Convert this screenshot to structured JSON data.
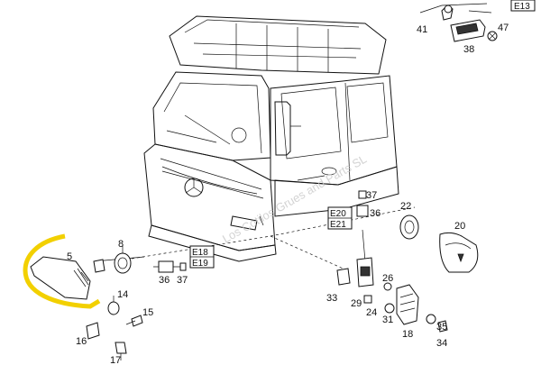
{
  "labels": {
    "p5": "5",
    "p8": "8",
    "p14": "14",
    "p15": "15",
    "p16": "16",
    "p17": "17",
    "p36a": "36",
    "p37a": "37",
    "p33": "33",
    "p29": "29",
    "p24": "24",
    "p26": "26",
    "p31": "31",
    "p37b": "37",
    "p36b": "36",
    "p22": "22",
    "p20": "20",
    "p18": "18",
    "p35": "35",
    "p34": "34",
    "p41": "41",
    "p38": "38",
    "p47": "47"
  },
  "codes": {
    "e13": "E13",
    "e18": "E18",
    "e19": "E19",
    "e20": "E20",
    "e21": "E21"
  },
  "watermark": "Los Cotilos Grues and Parts SL",
  "colors": {
    "highlight": "#f2d000",
    "line": "#111111"
  }
}
